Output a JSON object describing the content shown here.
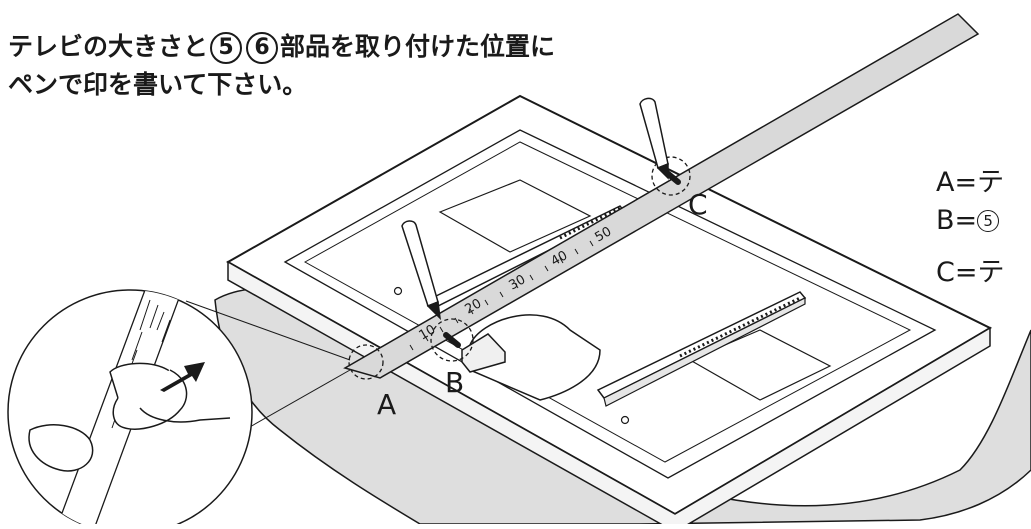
{
  "instruction": {
    "line1_before": "テレビの大きさと",
    "part_a": "5",
    "part_b": "6",
    "line1_after": "部品を取り付けた位置に",
    "line2": "ペンで印を書いて下さい。"
  },
  "legend": [
    {
      "key": "A",
      "eq": "=テ",
      "circled": ""
    },
    {
      "key": "B",
      "eq": "=",
      "circled": "5"
    },
    {
      "key": "C",
      "eq": "=テ",
      "circled": ""
    }
  ],
  "point_labels": {
    "a": "A",
    "b": "B",
    "c": "C"
  },
  "ruler_ticks": [
    "10",
    "20",
    "30",
    "40",
    "50"
  ],
  "colors": {
    "ink": "#1a1a1a",
    "ruler": "#d9d9d9",
    "cloth": "#dedede",
    "tv": "#ffffff"
  }
}
